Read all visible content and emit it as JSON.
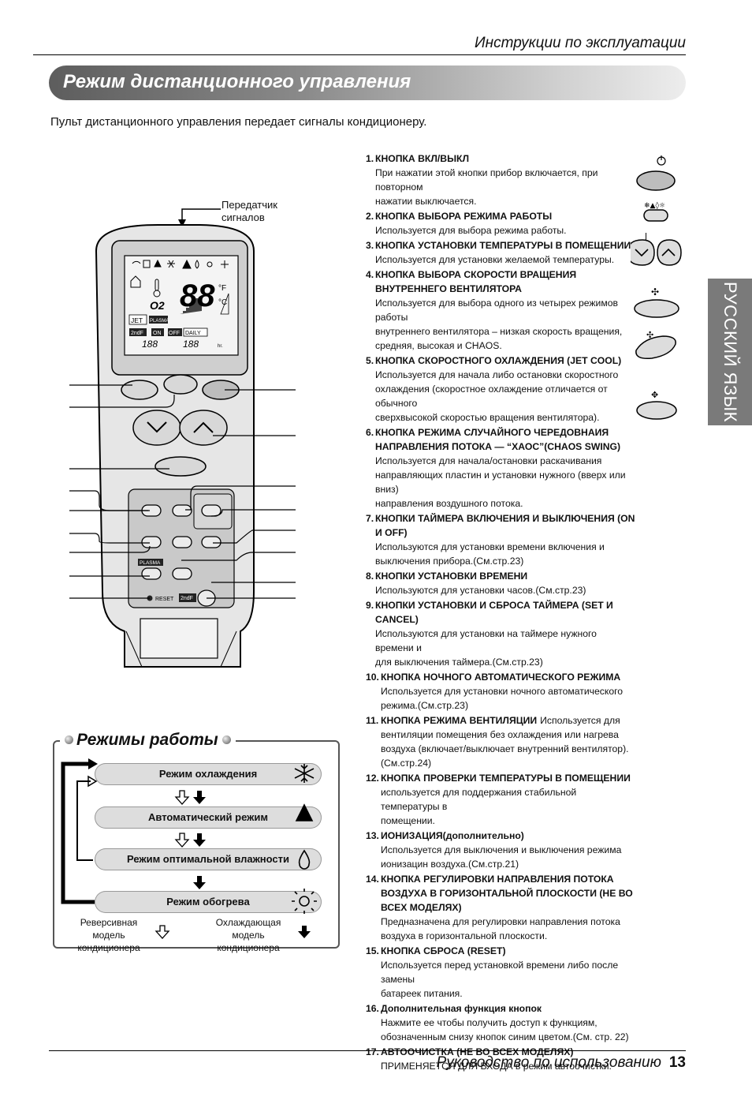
{
  "header": {
    "title": "Инструкции по эксплуатации"
  },
  "banner": {
    "title": "Режим дистанционного управления"
  },
  "intro": "Пульт дистанционного управления передает сигналы кондиционеру.",
  "transmitter_label": [
    "Передатчик",
    "сигналов"
  ],
  "side_tab": "РУССКИЙ ЯЗЫК",
  "remote_display": {
    "digits": "88",
    "unit_f": "°F",
    "unit_c": "°C",
    "o2": "O2",
    "jet": "JET",
    "plasma": "PLASMA",
    "on": "ON",
    "off": "OFF",
    "daily": "DAILY",
    "timer_digits": "188",
    "hr": "hr.",
    "two_f": "2ndF",
    "reset": "RESET"
  },
  "items": [
    {
      "num": "1.",
      "title": "КНОПКА ВКЛ/ВЫКЛ",
      "lines": [
        "При нажатии этой кнопки прибор включается, при повторном",
        "нажатии выключается."
      ]
    },
    {
      "num": "2.",
      "title": "КНОПКА ВЫБОРА РЕЖИМА РАБОТЫ",
      "lines": [
        "Используется для выбора режима работы."
      ]
    },
    {
      "num": "3.",
      "title": "КНОПКА УСТАНОВКИ ТЕМПЕРАТУРЫ В ПОМЕЩЕНИИ",
      "lines": [
        "Используется для установки желаемой температуры."
      ]
    },
    {
      "num": "4.",
      "title": "КНОПКА ВЫБОРА СКОРОСТИ ВРАЩЕНИЯ ВНУТРЕННЕГО ВЕНТИЛЯТОРА",
      "lines": [
        "Используется для выбора одного из четырех режимов работы",
        "внутреннего вентилятора – низкая скорость вращения,",
        "средняя, высокая и CHAOS."
      ]
    },
    {
      "num": "5.",
      "title": "КНОПКА СКОРОСТНОГО ОХЛАЖДЕНИЯ (JET COOL)",
      "lines": [
        "Используется для начала либо остановки скоростного",
        "охлаждения (скоростное охлаждение отличается от обычного",
        "сверхвысокой скоростью вращения вентилятора)."
      ]
    },
    {
      "num": "6.",
      "title": "КНОПКА РЕЖИМА СЛУЧАЙНОГО ЧЕРЕДОВНАИЯ НАПРАВЛЕНИЯ ПОТОКА — “ХАОС”(CHAOS SWING)",
      "lines": [
        "Используется для начала/остановки раскачивания",
        "направляющих пластин и установки нужного (вверх или вниз)",
        "направления воздушного потока."
      ]
    },
    {
      "num": "7.",
      "title": "КНОПКИ ТАЙМЕРА ВКЛЮЧЕНИЯ И ВЫКЛЮЧЕНИЯ (ON И OFF)",
      "lines": [
        "Используются для установки времени включения и",
        "выключения прибора.(См.стр.23)"
      ]
    },
    {
      "num": "8.",
      "title": "КНОПКИ УСТАНОВКИ ВРЕМЕНИ",
      "lines": [
        "Используются для установки часов.(См.стр.23)"
      ]
    },
    {
      "num": "9.",
      "title": "КНОПКИ УСТАНОВКИ И СБРОСА ТАЙМЕРА (SET И CANCEL)",
      "lines": [
        "Используются для установки на таймере нужного времени и",
        "для выключения таймера.(См.стр.23)"
      ]
    },
    {
      "num": "10.",
      "title": "КНОПКА НОЧНОГО АВТОМАТИЧЕСКОГО РЕЖИМА",
      "lines": [
        "Используется для установки ночного автоматического",
        "режима.(См.стр.23)"
      ]
    },
    {
      "num": "11.",
      "title": "КНОПКА РЕЖИМА ВЕНТИЛЯЦИИ",
      "inline": "Используется для",
      "lines": [
        "вентиляции помещения без охлаждения или нагрева",
        "воздуха (включает/выключает внутренний вентилятор).",
        "(См.стр.24)"
      ]
    },
    {
      "num": "12.",
      "title": "КНОПКА ПРОВЕРКИ ТЕМПЕРАТУРЫ В ПОМЕЩЕНИИ",
      "lines": [
        "используется для поддержания стабильной температуры в",
        "помещении."
      ]
    },
    {
      "num": "13.",
      "title": "ИОНИЗАЦИЯ(дополнительно)",
      "lines": [
        "Используется для выключения и выключения режима",
        "ионизацин воздуха.(См.стр.21)"
      ]
    },
    {
      "num": "14.",
      "title": "КНОПКА РЕГУЛИРОВКИ НАПРАВЛЕНИЯ ПОТОКА ВОЗДУХА В ГОРИЗОНТАЛЬНОЙ ПЛОСКОСТИ (НЕ ВО ВСЕХ МОДЕЛЯХ)",
      "lines": [
        "Предназначена для регулировки направления потока",
        "воздуха в горизонтальной плоскости."
      ]
    },
    {
      "num": "15.",
      "title": "КНОПКА СБРОСА (RESET)",
      "lines": [
        "Используется перед установкой времени либо после замены",
        "батареек питания."
      ]
    },
    {
      "num": "16.",
      "title": "Дополнительная функция кнопок",
      "lines": [
        "Нажмите ее чтобы получить доступ к функциям,",
        "обозначенным снизу кнопок синим цветом.(См. стр. 22)"
      ]
    },
    {
      "num": "17.",
      "title": "АВТООЧИСТКА (НЕ ВО ВСЕХ МОДЕЛЯХ)",
      "lines": [
        "ПРИМЕНЯЕТСЯ ДЛЯ ВХОДА в режим автоочистки."
      ]
    }
  ],
  "modes": {
    "title": "Режимы работы",
    "list": [
      "Режим охлаждения",
      "Автоматический режим",
      "Режим  оптимальной влажности",
      "Режим обогрева"
    ],
    "reversible": [
      "Реверсивная",
      "модель кондиционера"
    ],
    "cooling": [
      "Охлаждающая",
      "модель кондиционера"
    ]
  },
  "footer": {
    "text": "Руководство по использованию",
    "page": "13"
  }
}
